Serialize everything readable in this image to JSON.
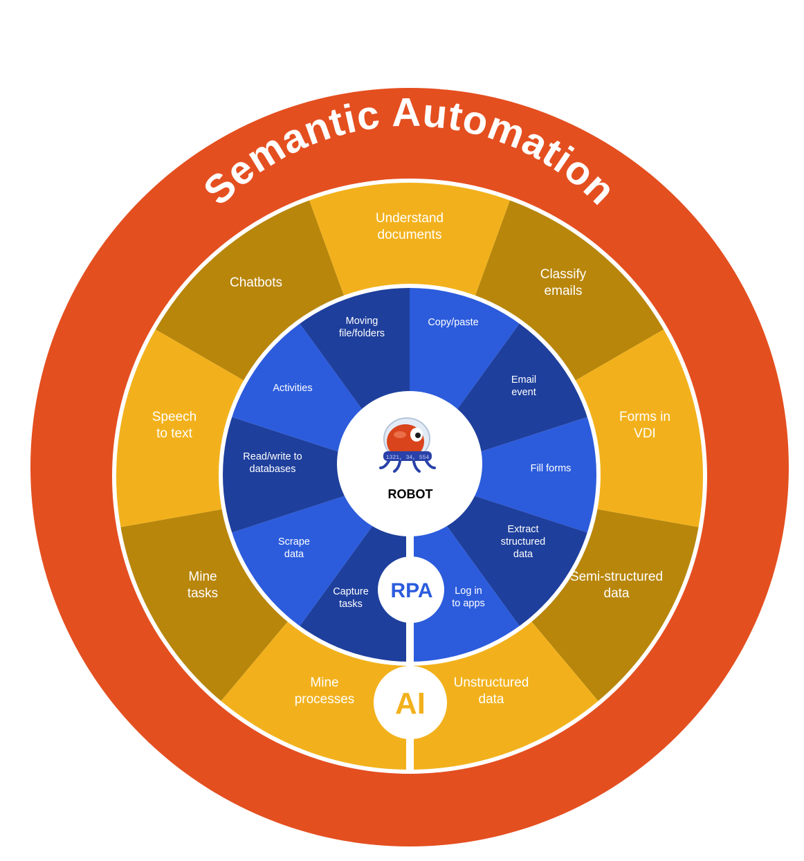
{
  "title": "Semantic Automation",
  "center": {
    "label": "ROBOT",
    "robot_sign": "1321, 34, 554"
  },
  "rpa_badge": "RPA",
  "ai_badge": "AI",
  "colors": {
    "outer_ring": "#e44f20",
    "ai_light": "#f2b11c",
    "ai_dark": "#b8860b",
    "rpa_light": "#2c5cdc",
    "rpa_dark": "#1e3f9c",
    "rpa_badge_text": "#2c5cdc",
    "ai_badge_text": "#f2b11c"
  },
  "ai_segments": [
    {
      "lines": [
        "Understand",
        "documents"
      ],
      "tone": "light"
    },
    {
      "lines": [
        "Classify",
        "emails"
      ],
      "tone": "dark"
    },
    {
      "lines": [
        "Forms in",
        "VDI"
      ],
      "tone": "light"
    },
    {
      "lines": [
        "Semi-structured",
        "data"
      ],
      "tone": "dark"
    },
    {
      "lines": [
        "Unstructured",
        "data"
      ],
      "tone": "light"
    },
    {
      "lines": [
        "Mine",
        "processes"
      ],
      "tone": "light"
    },
    {
      "lines": [
        "Mine",
        "tasks"
      ],
      "tone": "dark"
    },
    {
      "lines": [
        "Speech",
        "to text"
      ],
      "tone": "light"
    },
    {
      "lines": [
        "Chatbots"
      ],
      "tone": "dark"
    }
  ],
  "rpa_segments": [
    {
      "lines": [
        "Copy/paste"
      ],
      "tone": "light"
    },
    {
      "lines": [
        "Email",
        "event"
      ],
      "tone": "dark"
    },
    {
      "lines": [
        "Fill forms"
      ],
      "tone": "light"
    },
    {
      "lines": [
        "Extract",
        "structured",
        "data"
      ],
      "tone": "dark"
    },
    {
      "lines": [
        "Log in",
        "to apps"
      ],
      "tone": "light"
    },
    {
      "lines": [
        "Capture",
        "tasks"
      ],
      "tone": "dark"
    },
    {
      "lines": [
        "Scrape",
        "data"
      ],
      "tone": "light"
    },
    {
      "lines": [
        "Read/write to",
        "databases"
      ],
      "tone": "dark"
    },
    {
      "lines": [
        "Activities"
      ],
      "tone": "light"
    },
    {
      "lines": [
        "Moving",
        "file/folders"
      ],
      "tone": "dark"
    }
  ]
}
